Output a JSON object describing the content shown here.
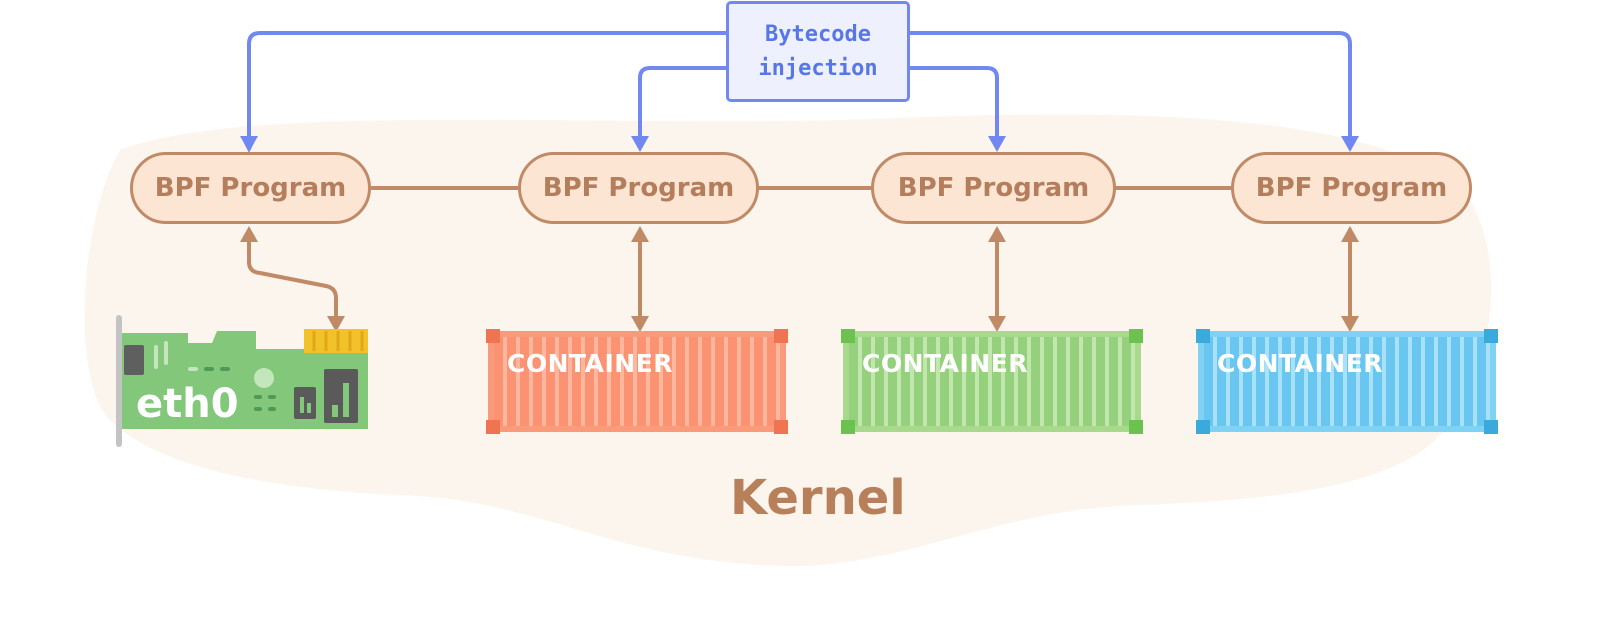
{
  "injection": {
    "line1": "Bytecode",
    "line2": "injection"
  },
  "bpf_programs": [
    {
      "label": "BPF Program"
    },
    {
      "label": "BPF Program"
    },
    {
      "label": "BPF Program"
    },
    {
      "label": "BPF Program"
    }
  ],
  "nic": {
    "label": "eth0"
  },
  "containers": [
    {
      "label": "CONTAINER",
      "color": "#fb9272"
    },
    {
      "label": "CONTAINER",
      "color": "#95d07c"
    },
    {
      "label": "CONTAINER",
      "color": "#68c6f0"
    }
  ],
  "kernel": {
    "label": "Kernel"
  },
  "colors": {
    "injection_arrow": "#7088f0",
    "kernel_link": "#c08a66",
    "kernel_blob": "#fbf5ee"
  }
}
